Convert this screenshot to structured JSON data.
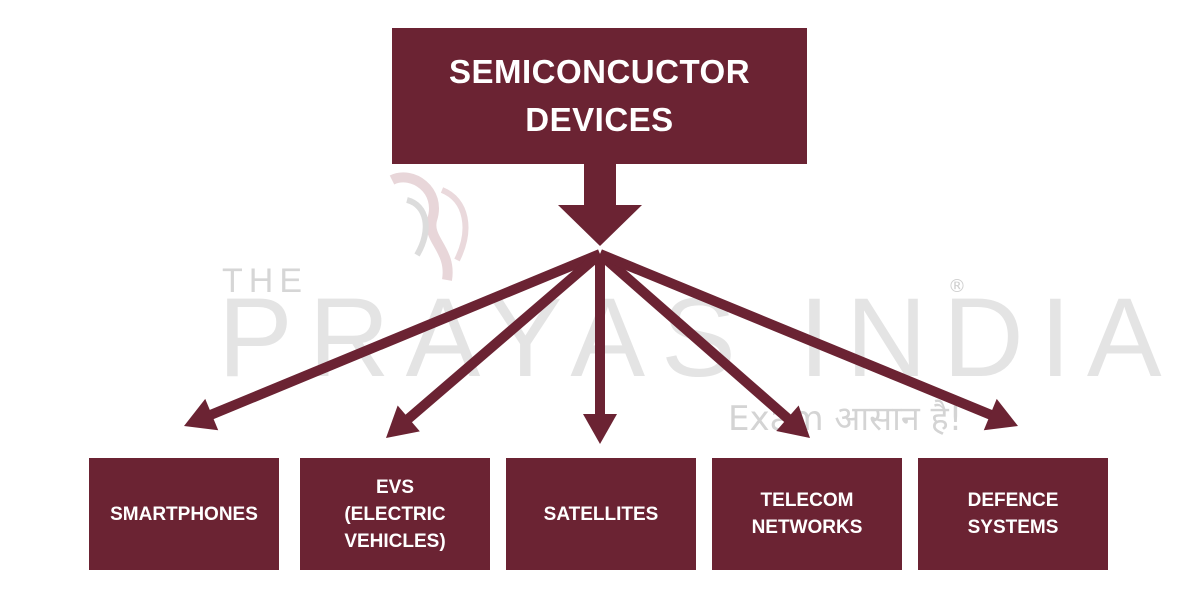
{
  "diagram": {
    "root": {
      "label": "SEMICONCUCTOR\nDEVICES"
    },
    "children": [
      {
        "id": "smartphones",
        "label": "SMARTPHONES"
      },
      {
        "id": "evs",
        "label": "EVS\n(ELECTRIC\nVEHICLES)"
      },
      {
        "id": "satellites",
        "label": "SATELLITES"
      },
      {
        "id": "telecom",
        "label": "TELECOM\nNETWORKS"
      },
      {
        "id": "defence",
        "label": "DEFENCE\nSYSTEMS"
      }
    ]
  },
  "watermark": {
    "prefix": "THE",
    "name": "PRAYAS INDIA",
    "tagline": "Exam आसान है!",
    "registered_mark": "®"
  },
  "colors": {
    "box_fill": "#6b2333",
    "arrow": "#6b2333",
    "box_text": "#ffffff",
    "background": "#ffffff"
  }
}
